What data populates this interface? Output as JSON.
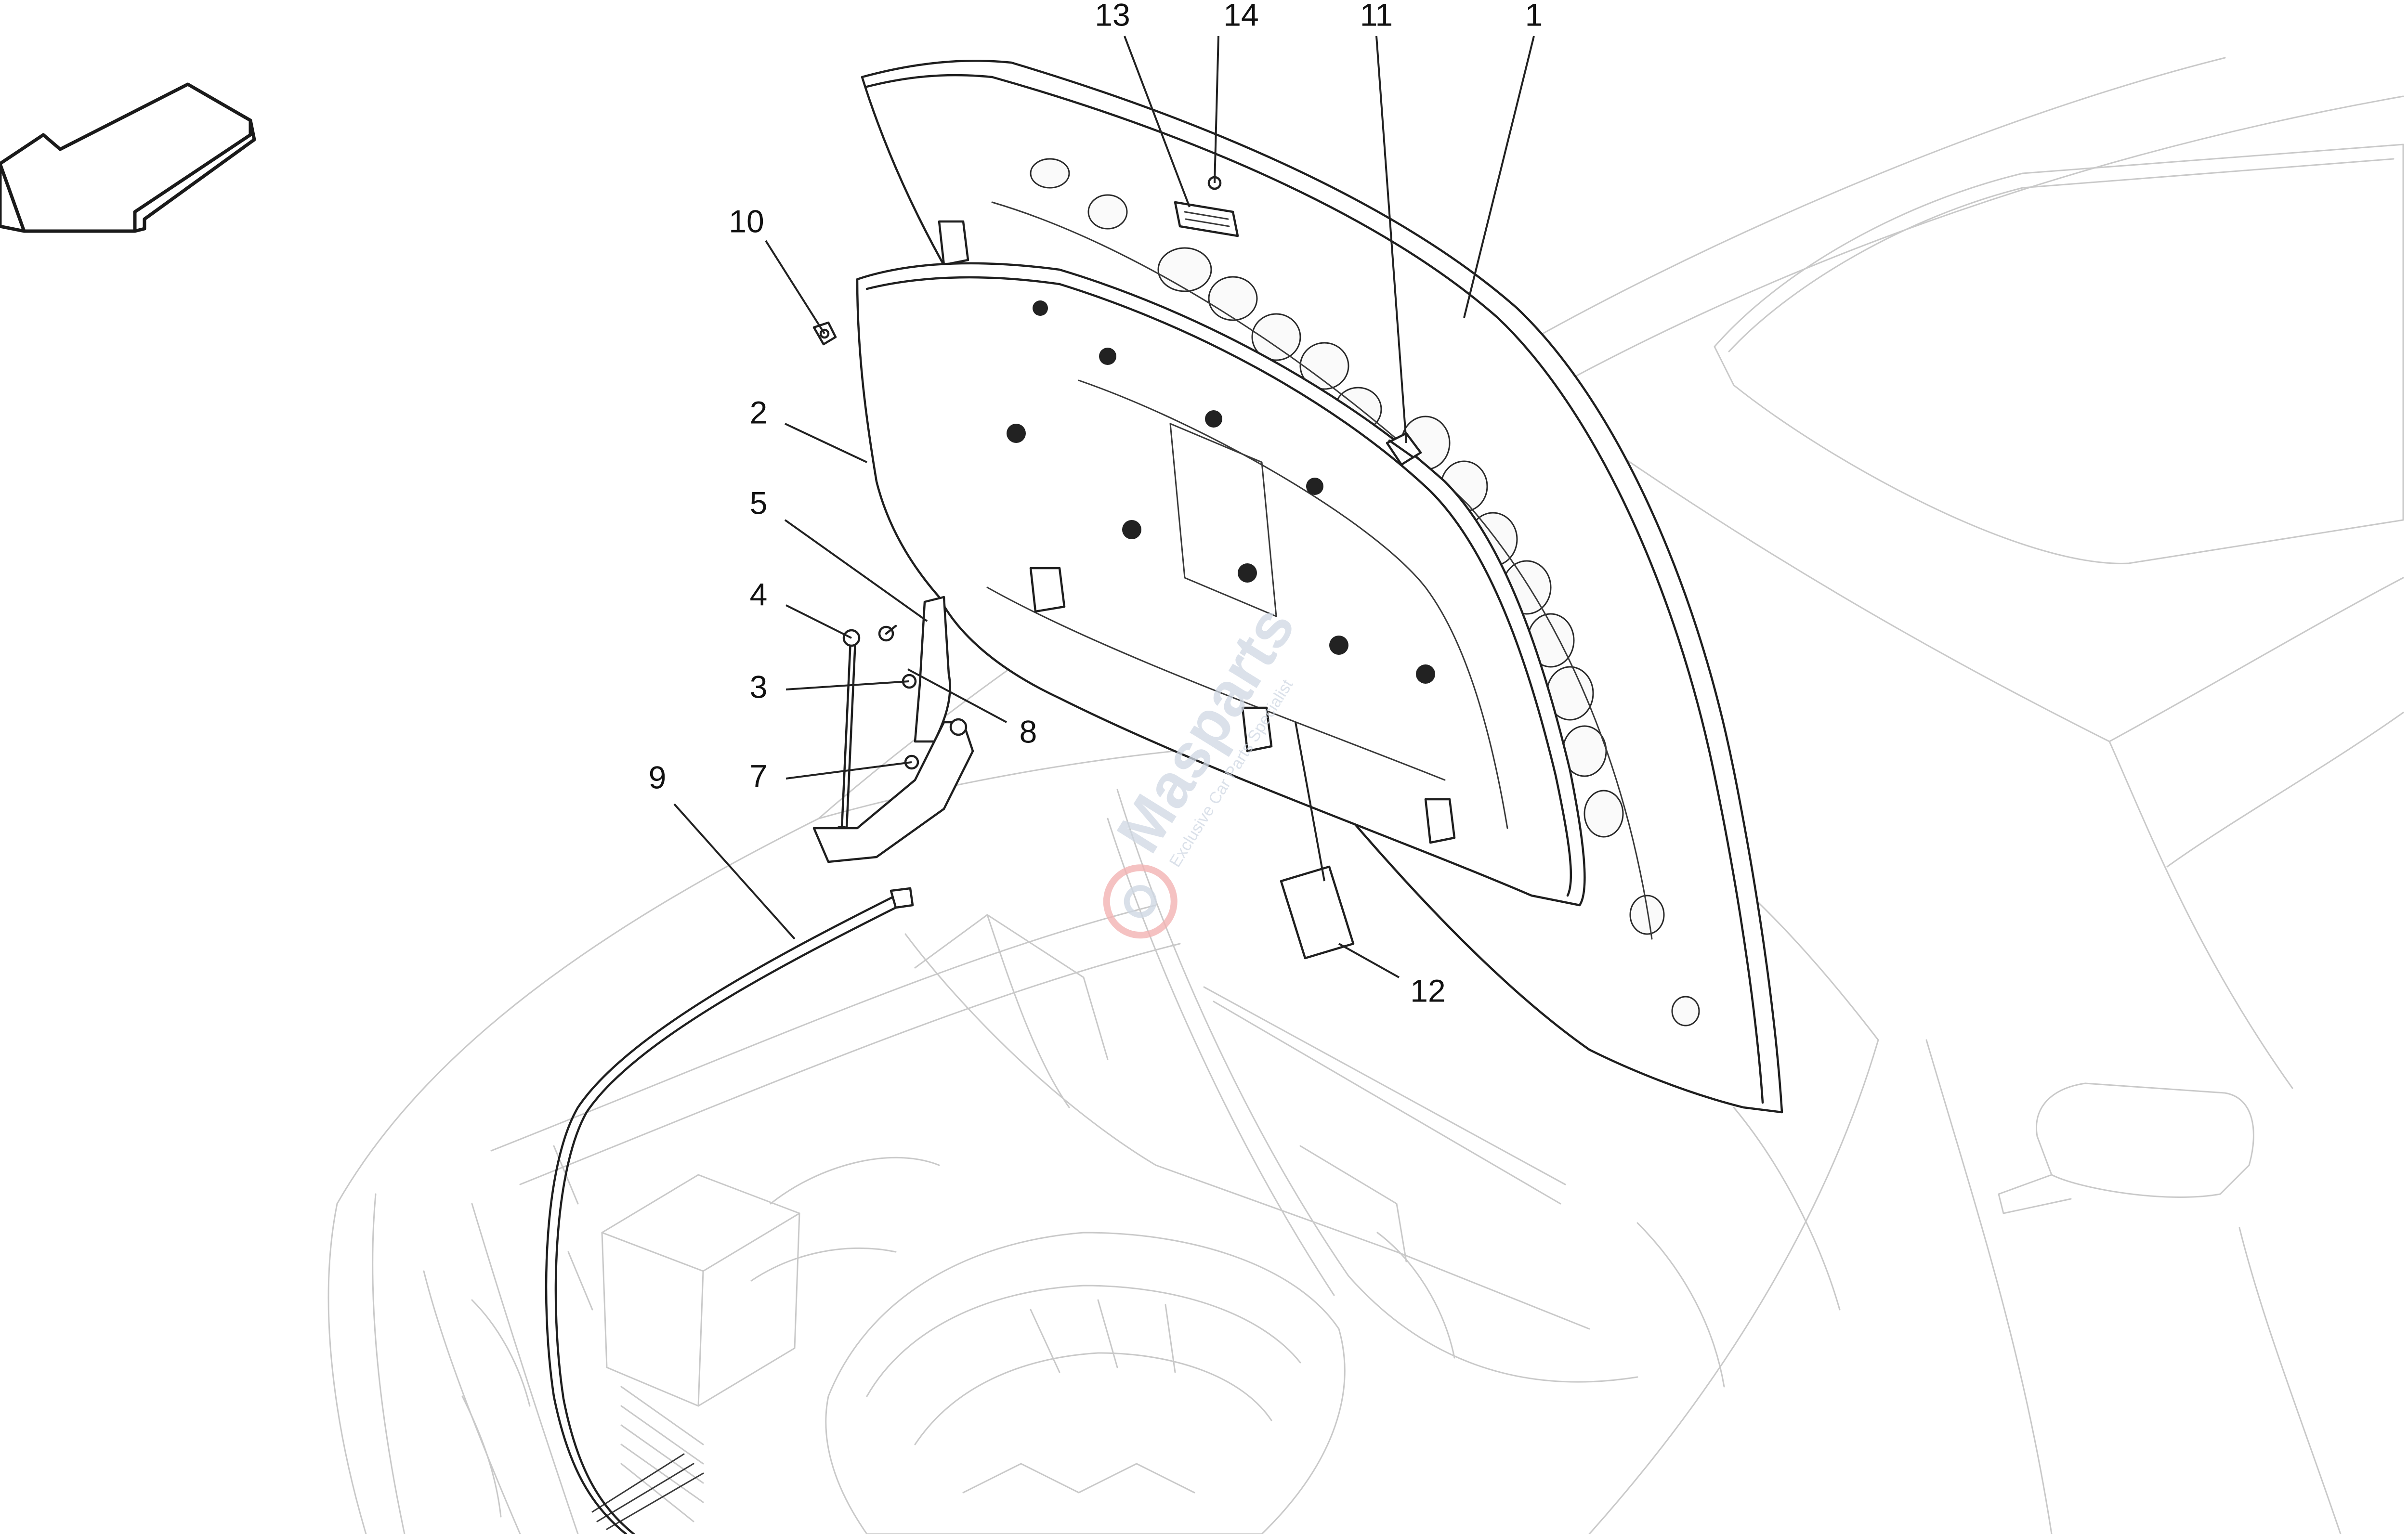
{
  "diagram": {
    "callouts": [
      {
        "id": "1",
        "label": "1"
      },
      {
        "id": "2",
        "label": "2"
      },
      {
        "id": "3",
        "label": "3"
      },
      {
        "id": "4",
        "label": "4"
      },
      {
        "id": "5",
        "label": "5"
      },
      {
        "id": "7",
        "label": "7"
      },
      {
        "id": "8",
        "label": "8"
      },
      {
        "id": "9",
        "label": "9"
      },
      {
        "id": "10",
        "label": "10"
      },
      {
        "id": "11",
        "label": "11"
      },
      {
        "id": "12",
        "label": "12"
      },
      {
        "id": "13",
        "label": "13"
      },
      {
        "id": "14",
        "label": "14"
      }
    ],
    "watermark": {
      "brand": "Masparts",
      "tagline": "Exclusive Car Parts Specialist"
    },
    "direction_arrow_icon": "front-direction-arrow-icon"
  }
}
